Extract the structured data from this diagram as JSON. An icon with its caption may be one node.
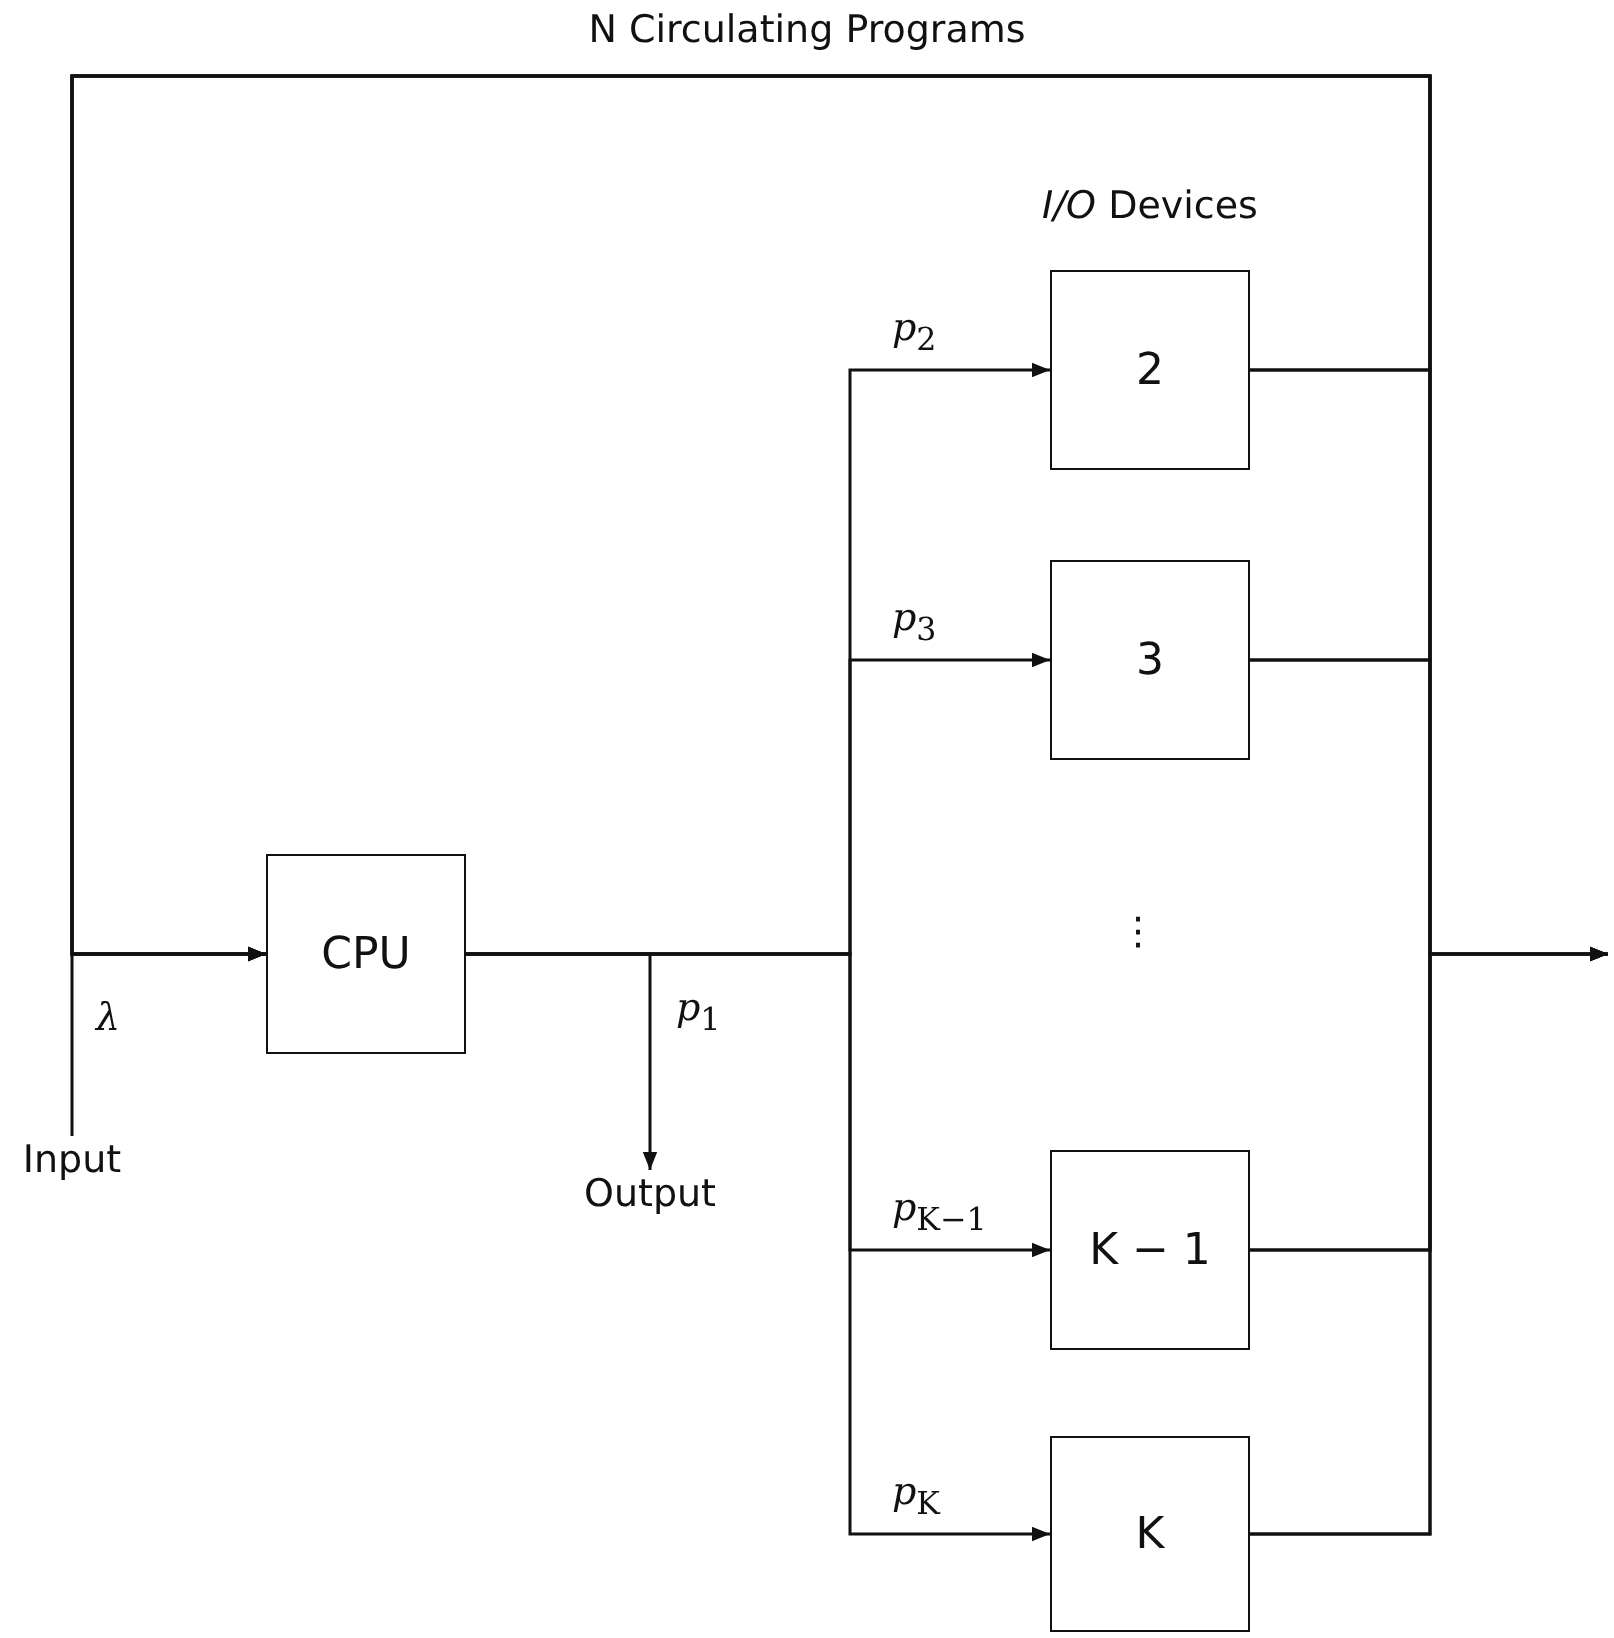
{
  "diagram": {
    "title": "N Circulating Programs",
    "nodes": [
      {
        "text": [
          "Input"
        ]
      },
      {
        "text": [
          "CPU"
        ]
      },
      {
        "text": [
          "Output"
        ]
      },
      {
        "text": [
          "2"
        ]
      },
      {
        "text": [
          "3"
        ]
      },
      {
        "text": [
          "K − 1"
        ]
      },
      {
        "text": [
          "K"
        ]
      }
    ],
    "edges": [
      {
        "from": 0,
        "to": 1,
        "arrow": "to",
        "label": "*λ*"
      },
      {
        "from": 1,
        "to": 2,
        "arrow": "to",
        "label": "*p*$_{1}$"
      },
      {
        "from": 1,
        "to": 3,
        "arrow": "to",
        "label": "*p*$_{2}$"
      },
      {
        "from": 1,
        "to": 4,
        "arrow": "to",
        "label": "*p*$_{3}$"
      },
      {
        "from": 1,
        "to": 5,
        "arrow": "to",
        "label": "*p*$_{K−1}$"
      },
      {
        "from": 1,
        "to": 6,
        "arrow": "to",
        "label": "*p*$_{K}$"
      },
      {
        "from": 3,
        "to": 1,
        "arrow": "to"
      },
      {
        "from": 4,
        "to": 1,
        "arrow": "to"
      },
      {
        "from": 5,
        "to": 1,
        "arrow": "to"
      },
      {
        "from": 6,
        "to": 1,
        "arrow": "to"
      },
      {
        "from": 3,
        "to": null,
        "arrow": "to"
      },
      {
        "from": 4,
        "to": null,
        "arrow": "to"
      },
      {
        "from": 5,
        "to": null,
        "arrow": "to"
      },
      {
        "from": 6,
        "to": null,
        "arrow": "to"
      }
    ],
    "labels": [
      "*I/O* Devices",
      "⋮"
    ]
  }
}
